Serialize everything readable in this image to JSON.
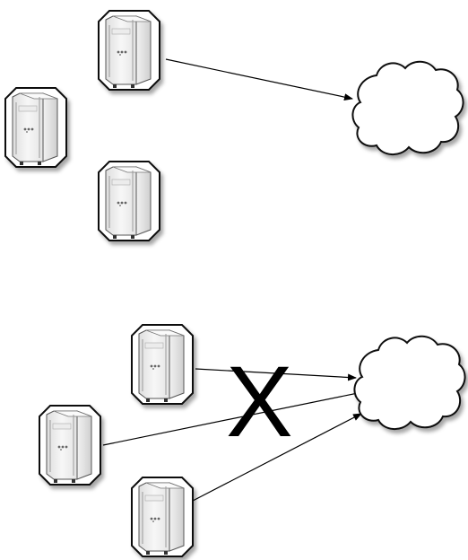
{
  "diagram": {
    "top_panel": {
      "servers": [
        "server-icon",
        "server-icon",
        "server-icon"
      ],
      "cloud": "cloud-icon",
      "connections": 1
    },
    "bottom_panel": {
      "servers": [
        "server-icon",
        "server-icon",
        "server-icon"
      ],
      "cloud": "cloud-icon",
      "connections": 3,
      "cross_mark": "X"
    }
  }
}
